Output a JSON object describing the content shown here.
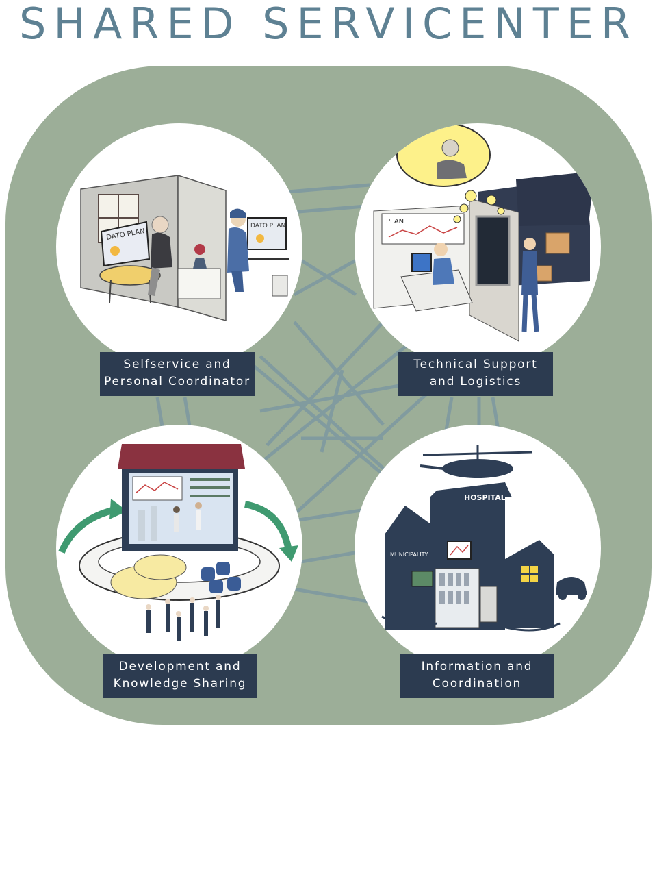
{
  "title": "SHARED SERVICENTER",
  "colors": {
    "title": "#5e8193",
    "panel": "#9cae98",
    "lines": "#7f99a0",
    "label_bg": "#2c3b50",
    "label_text": "#ffffff",
    "building_navy": "#2e3e55",
    "roof_red": "#8a3240",
    "arrow_green": "#3f9a70"
  },
  "quadrants": [
    {
      "line1": "Selfservice and",
      "line2": "Personal Coordinator",
      "illustration": "office-cubicle-illustration"
    },
    {
      "line1": "Technical Support",
      "line2": "and Logistics",
      "illustration": "support-van-illustration"
    },
    {
      "line1": "Development and",
      "line2": "Knowledge Sharing",
      "illustration": "knowledge-building-illustration"
    },
    {
      "line1": "Information and",
      "line2": "Coordination",
      "illustration": "city-hospital-illustration"
    }
  ],
  "illustration_text": {
    "screen_left": "DATO PLAN",
    "screen_right": "DATO PLAN",
    "board": "PLAN",
    "hospital": "HOSPITAL",
    "municipality": "MUNICIPALITY"
  }
}
